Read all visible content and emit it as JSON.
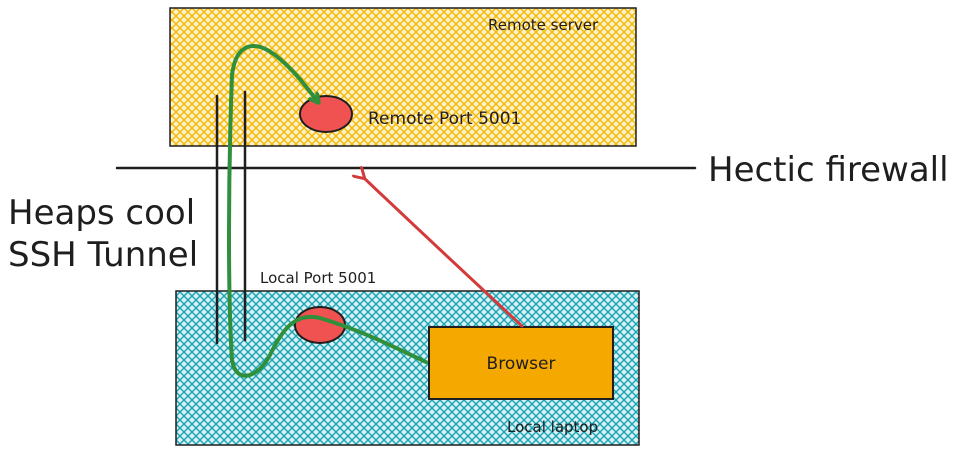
{
  "colors": {
    "remote_fill": "#f5b800",
    "local_fill": "#1aa3b3",
    "port_fill": "#f05252",
    "browser_fill": "#f5a800",
    "tunnel_stroke": "#2f8f3a",
    "blocked_arrow": "#d33a3a",
    "ink": "#1e1e1e"
  },
  "labels": {
    "remote_server": "Remote server",
    "remote_port": "Remote Port 5001",
    "firewall": "Hectic firewall",
    "tunnel_line1": "Heaps cool",
    "tunnel_line2": "SSH Tunnel",
    "local_port": "Local Port 5001",
    "browser": "Browser",
    "local_laptop": "Local laptop"
  }
}
